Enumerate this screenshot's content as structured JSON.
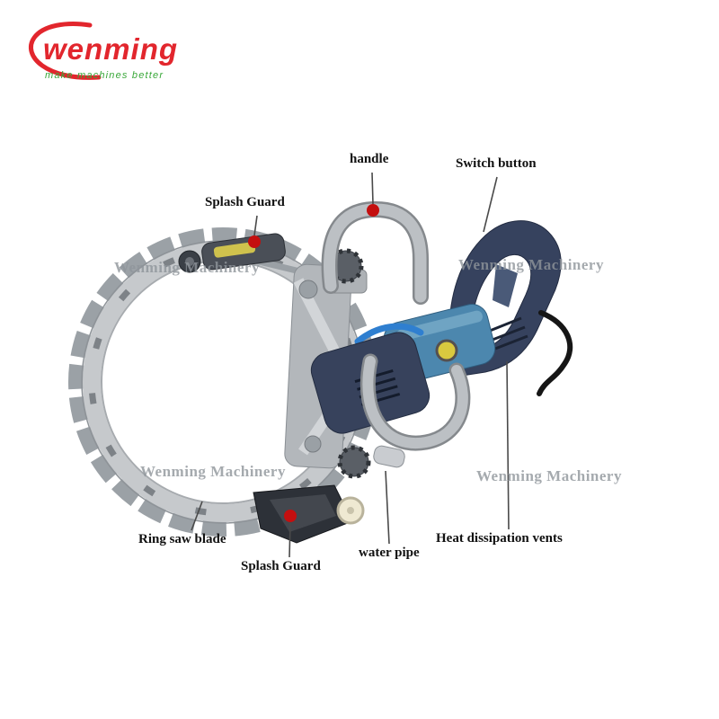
{
  "logo": {
    "brand": "wenming",
    "tagline": "make machines better"
  },
  "watermark": {
    "text": "Wenming Machinery"
  },
  "annotations": {
    "splash_guard_top": {
      "label": "Splash Guard"
    },
    "handle": {
      "label": "handle"
    },
    "switch_button": {
      "label": "Switch button"
    },
    "ring_saw_blade": {
      "label": "Ring saw blade"
    },
    "splash_guard_bottom": {
      "label": "Splash Guard"
    },
    "water_pipe": {
      "label": "water pipe"
    },
    "heat_dissipation_vents": {
      "label": "Heat dissipation vents"
    }
  },
  "colors": {
    "brand_red": "#e2262d",
    "tagline_green": "#3aa83a",
    "marker_red": "#c40f0f",
    "label_text": "#111111",
    "watermark_gray": "#8f959b",
    "motor_blue": "#4c87ae",
    "housing_navy": "#36425e",
    "metal_light": "#bcc0c4",
    "metal_dark": "#85898d"
  }
}
